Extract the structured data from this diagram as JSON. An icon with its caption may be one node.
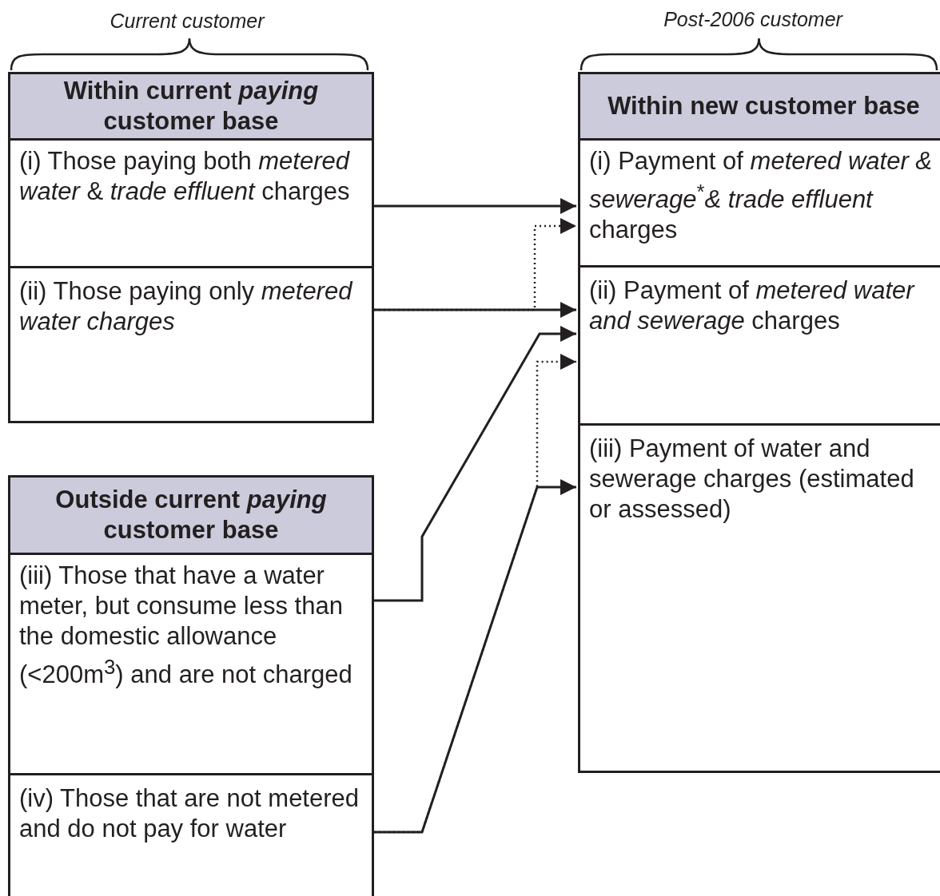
{
  "diagram": {
    "nodes": [
      {
        "text": [
          "Within current *paying* customer base"
        ]
      },
      {
        "text": [
          "(i) Those paying both *metered water* & *trade effluent* charges"
        ],
        "in": 0
      },
      {
        "text": [
          "(ii) Those paying only *metered water charges*"
        ],
        "in": 0
      },
      {
        "text": [
          "Outside current *paying* customer base"
        ]
      },
      {
        "text": [
          "(iii) Those that have a water meter, but consume less than the domestic allowance (<200m$^{3}$) and are not charged"
        ],
        "in": 3
      },
      {
        "text": [
          "(iv) Those that are not metered and do not pay for water"
        ],
        "in": 3
      },
      {
        "text": [
          "Within new customer base"
        ]
      },
      {
        "text": [
          "(i) Payment of *metered water & sewerage*$^{*}$*& trade effluent* charges"
        ],
        "in": 6
      },
      {
        "text": [
          "(ii) Payment of *metered water and sewerage* charges"
        ],
        "in": 6
      },
      {
        "text": [
          "(iii) Payment of water and sewerage charges (estimated or assessed)"
        ],
        "in": 6
      }
    ],
    "edges": [
      {
        "from": 1,
        "to": 7,
        "arrow": "to"
      },
      {
        "from": 2,
        "to": 8,
        "arrow": "to"
      },
      {
        "from": 2,
        "to": 7,
        "arrow": "to",
        "style": "dashed"
      },
      {
        "from": 4,
        "to": 8,
        "arrow": "to"
      },
      {
        "from": 5,
        "to": 9,
        "arrow": "to"
      },
      {
        "from": 5,
        "to": 8,
        "arrow": "to",
        "style": "dashed"
      }
    ],
    "labels": [
      "Current customer",
      "Post-2006 customer"
    ]
  }
}
